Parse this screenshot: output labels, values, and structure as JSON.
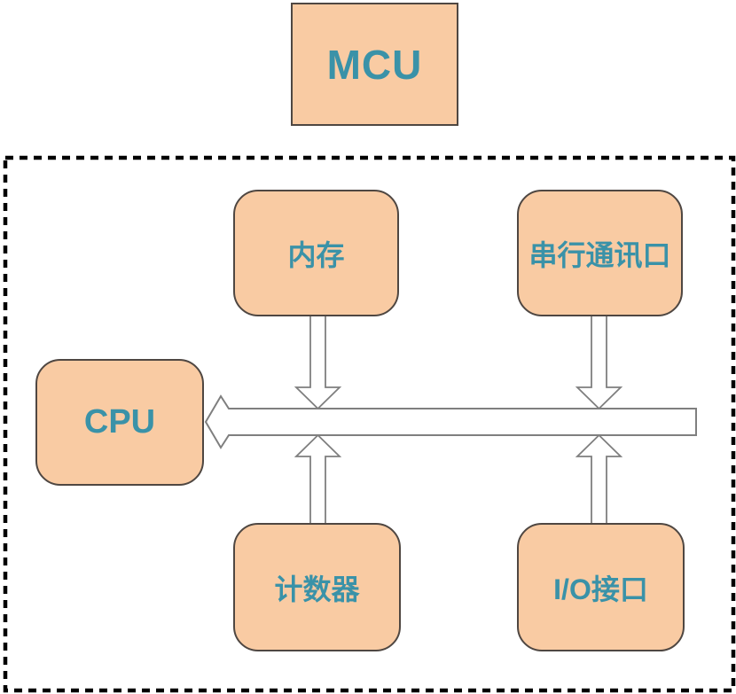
{
  "diagram": {
    "mcu": {
      "label": "MCU"
    },
    "nodes": {
      "memory": {
        "label": "内存"
      },
      "serial_port": {
        "label": "串行通讯口"
      },
      "cpu": {
        "label": "CPU"
      },
      "counter": {
        "label": "计数器"
      },
      "io_port": {
        "label": "I/O接口"
      }
    },
    "connectors": {
      "bus": "horizontal block arrow pointing left into CPU",
      "memory_to_bus": "down arrow",
      "serial_to_bus": "down arrow",
      "counter_to_bus": "up arrow",
      "io_to_bus": "up arrow"
    },
    "colors": {
      "node_fill": "#F9CBA3",
      "node_border": "#4F4742",
      "label_text": "#3A92A8",
      "connector_outline": "#7F7F7F",
      "connector_fill": "#FFFFFF",
      "boundary_border": "#000000",
      "background": "#FFFFFF"
    }
  }
}
